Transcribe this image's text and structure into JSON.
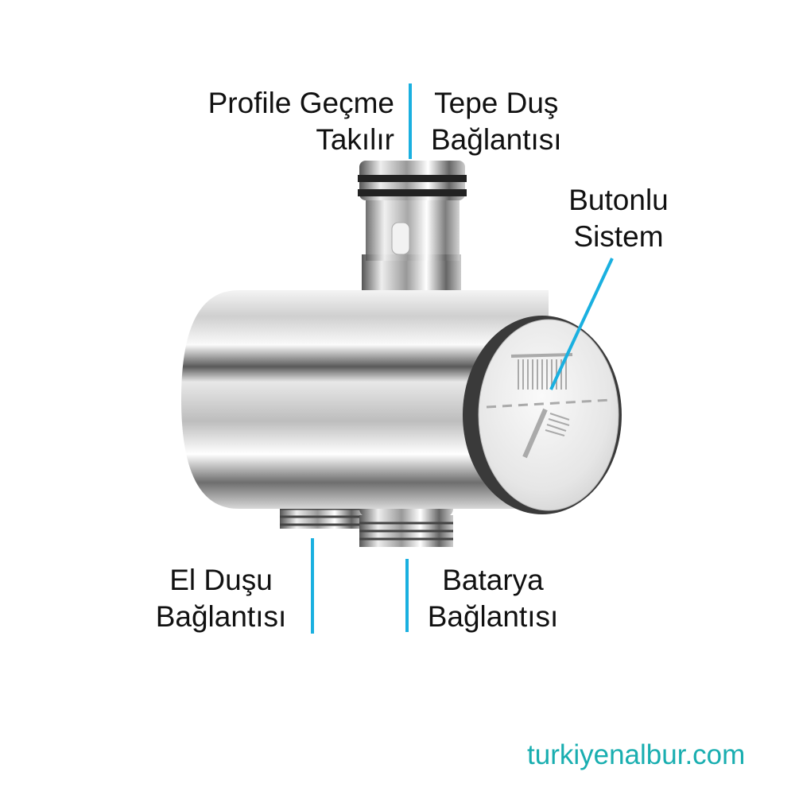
{
  "labels": {
    "profile": {
      "line1": "Profile Geçme",
      "line2": "Takılır"
    },
    "top_shower": {
      "line1": "Tepe Duş",
      "line2": "Bağlantısı"
    },
    "button": {
      "line1": "Butonlu",
      "line2": "Sistem"
    },
    "hand_shower": {
      "line1": "El Duşu",
      "line2": "Bağlantısı"
    },
    "faucet": {
      "line1": "Batarya",
      "line2": "Bağlantısı"
    }
  },
  "website": "turkiyenalbur.com",
  "colors": {
    "leader_line": "#1ab0e0",
    "website": "#19aeb0"
  }
}
